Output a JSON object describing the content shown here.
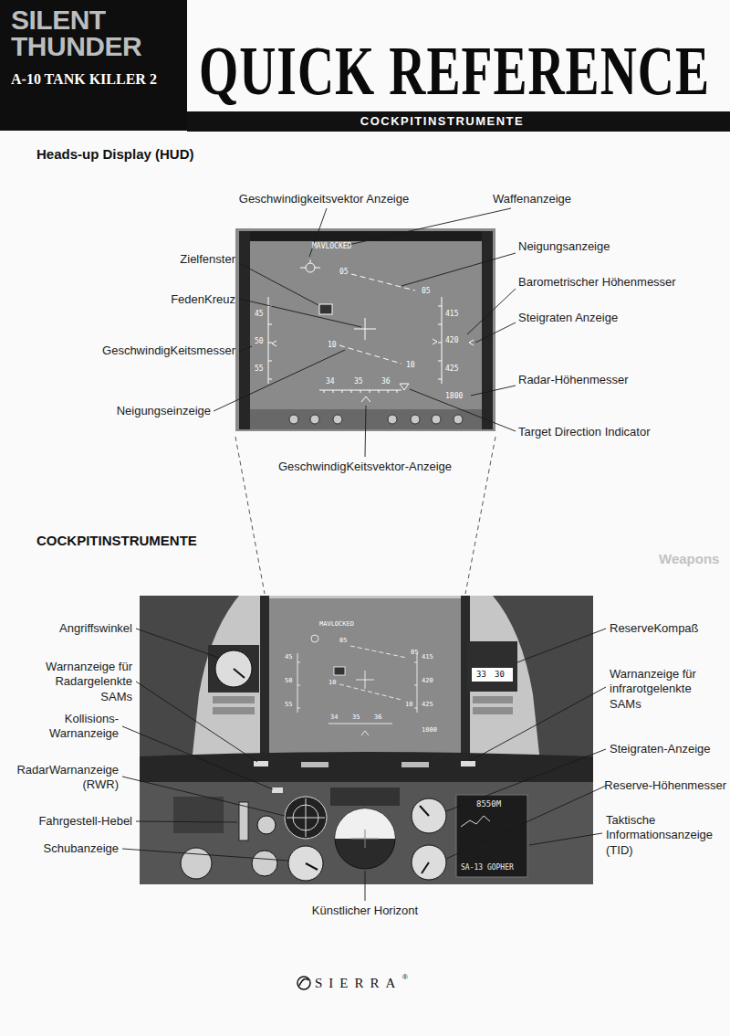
{
  "diagram": {
    "title": "QUICK REFERENCE",
    "nodes": [
      {
        "text": [
          "SILENT THUNDER",
          "A-10 TANK KILLER 2"
        ]
      },
      {
        "text": [
          "COCKPITINSTRUMENTE"
        ]
      }
    ],
    "labels": [
      "Heads-up Display (HUD)",
      "Geschwindigkeitsvektor Anzeige",
      "Waffenanzeige",
      "Zielfenster",
      "FedenKreuz",
      "Neigungsanzeige",
      "Barometrischer Höhenmesser",
      "Steigraten Anzeige",
      "GeschwindigKeitsmesser",
      "Radar-Höhenmesser",
      "Neigungseinzeige",
      "Target Direction Indicator",
      "GeschwindigKeitsvektor-Anzeige",
      "COCKPITINSTRUMENTE",
      "Angriffswinkel",
      "Warnanzeige für Radargelenkte SAMs",
      "Kollisions- Warnanzeige",
      "RadarWarnanzeige (RWR)",
      "Fahrgestell-Hebel",
      "Schubanzeige",
      "ReserveKompaß",
      "Warnanzeige für infrarotgelenkte SAMs",
      "Steigraten-Anzeige",
      "Reserve-Höhenmesser",
      "Taktische Informationsanzeige (TID)",
      "Künstlicher Horizont",
      "MAVLOCKED",
      "05",
      "05",
      "45",
      "50",
      "55",
      "10",
      "10",
      "415",
      "420",
      "425",
      "34",
      "35",
      "36",
      "1800",
      "MAVLOCKED",
      "05",
      "05",
      "45",
      "50",
      "55",
      "10",
      "10",
      "415",
      "420",
      "425",
      "34",
      "35",
      "36",
      "1800",
      "33",
      "30",
      "8550M",
      "SA-13 GOPHER",
      "Weapons",
      "SIERRA",
      "®"
    ]
  }
}
